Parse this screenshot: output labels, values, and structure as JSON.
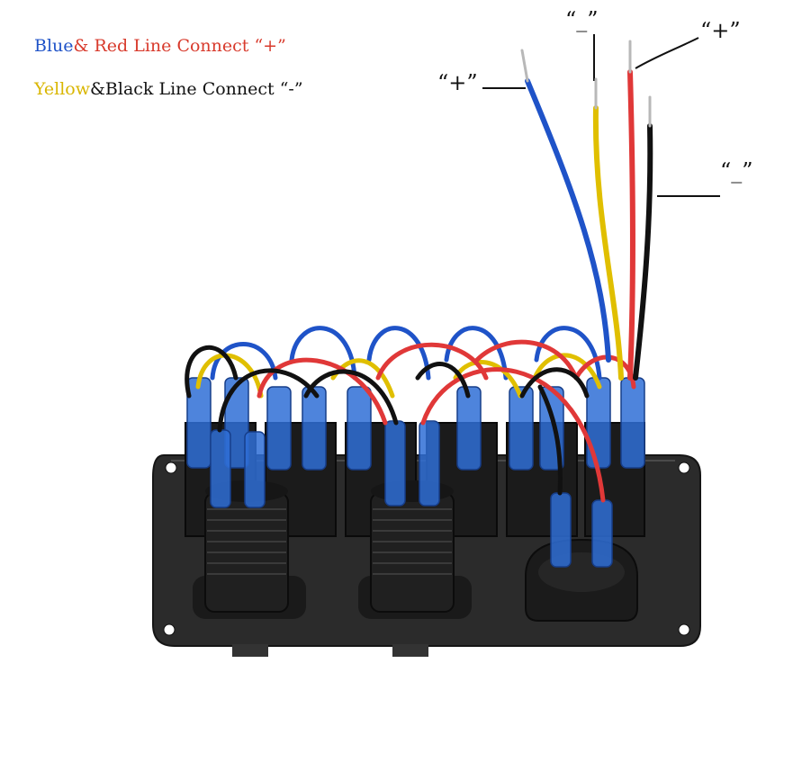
{
  "legend": {
    "line1": {
      "word1": "Blue",
      "word2": "& Red Line Connect “+”"
    },
    "line2": {
      "word1": "Yellow",
      "word2": "&Black Line Connect “-”"
    }
  },
  "wire_labels": {
    "blue": "“+”",
    "yellow": "“_”",
    "red": "“+”",
    "black": "“_”"
  },
  "colors": {
    "blue": "#1f53c8",
    "red": "#d83a2c",
    "yellow": "#d9b600",
    "black": "#111111",
    "panel": "#2a2a2a",
    "terminal": "#2f6fd6"
  },
  "image": {
    "subject": "switch-panel-wiring-photo",
    "switches": 5,
    "sockets": 3
  }
}
